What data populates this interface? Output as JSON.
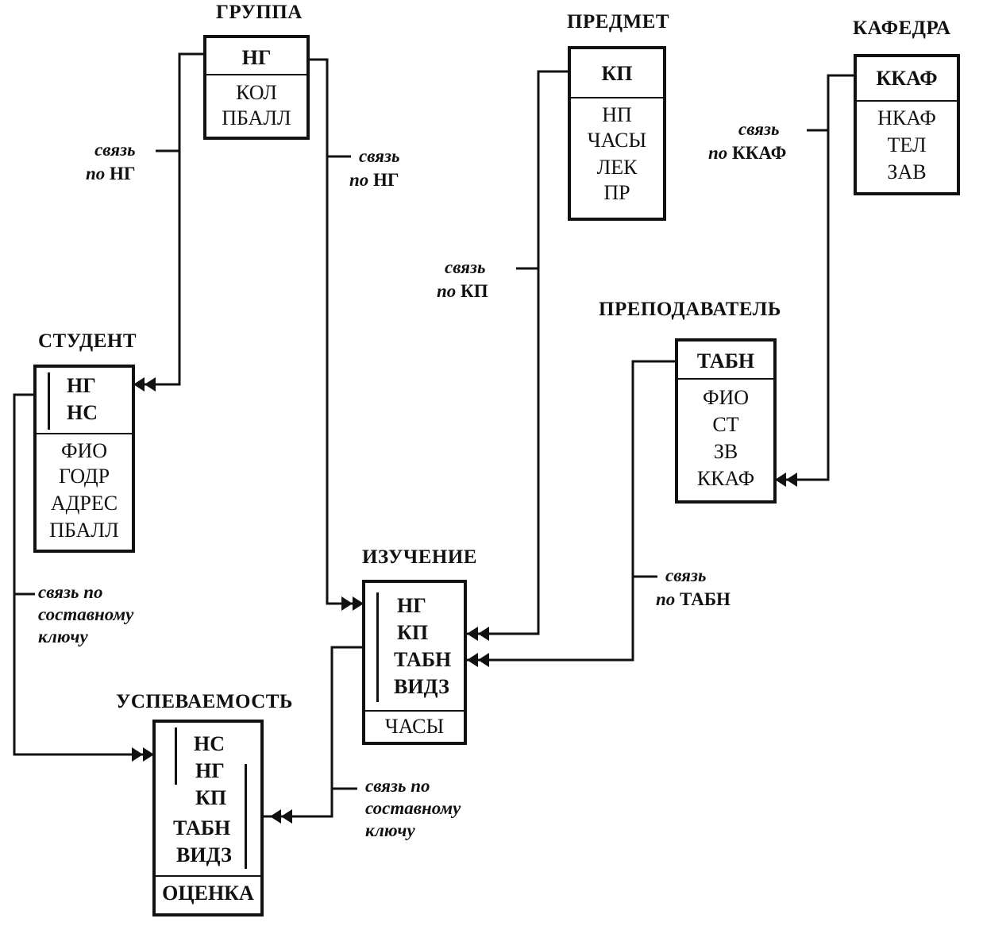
{
  "entities": {
    "gruppa": {
      "title": "ГРУППА",
      "keys": [
        "НГ"
      ],
      "attrs": [
        "КОЛ",
        "ПБАЛЛ"
      ]
    },
    "predmet": {
      "title": "ПРЕДМЕТ",
      "keys": [
        "КП"
      ],
      "attrs": [
        "НП",
        "ЧАСЫ",
        "ЛЕК",
        "ПР"
      ]
    },
    "kafedra": {
      "title": "КАФЕДРА",
      "keys": [
        "ККАФ"
      ],
      "attrs": [
        "НКАФ",
        "ТЕЛ",
        "ЗАВ"
      ]
    },
    "student": {
      "title": "СТУДЕНТ",
      "keys": [
        "НГ",
        "НС"
      ],
      "attrs": [
        "ФИО",
        "ГОДР",
        "АДРЕС",
        "ПБАЛЛ"
      ]
    },
    "prepodavatel": {
      "title": "ПРЕПОДАВАТЕЛЬ",
      "keys": [
        "ТАБН"
      ],
      "attrs": [
        "ФИО",
        "СТ",
        "ЗВ",
        "ККАФ"
      ]
    },
    "izuchenie": {
      "title": "ИЗУЧЕНИЕ",
      "keys": [
        "НГ",
        "КП",
        "ТАБН",
        "ВИДЗ"
      ],
      "attrs": [
        "ЧАСЫ"
      ]
    },
    "uspevaemost": {
      "title": "УСПЕВАЕМОСТЬ",
      "keys": [
        "НС",
        "НГ",
        "КП",
        "ТАБН",
        "ВИДЗ"
      ],
      "attrs": [
        "ОЦЕНКА"
      ]
    }
  },
  "links": {
    "gruppa_student": {
      "line1_i": "связь",
      "line2_i": "по",
      "line2_b": "НГ"
    },
    "gruppa_izuchenie": {
      "line1_i": "связь",
      "line2_i": "по",
      "line2_b": "НГ"
    },
    "predmet_izuchenie": {
      "line1_i": "связь",
      "line2_i": "по",
      "line2_b": "КП"
    },
    "kafedra_prepod": {
      "line1_i": "связь",
      "line2_i": "по",
      "line2_b": "ККАФ"
    },
    "prepod_izuchenie": {
      "line1_i": "связь",
      "line2_i": "по",
      "line2_b": "ТАБН"
    },
    "student_uspev": {
      "line1": "связь по",
      "line2": "составному",
      "line3": "ключу"
    },
    "izuchenie_uspev": {
      "line1": "связь по",
      "line2": "составному",
      "line3": "ключу"
    }
  }
}
